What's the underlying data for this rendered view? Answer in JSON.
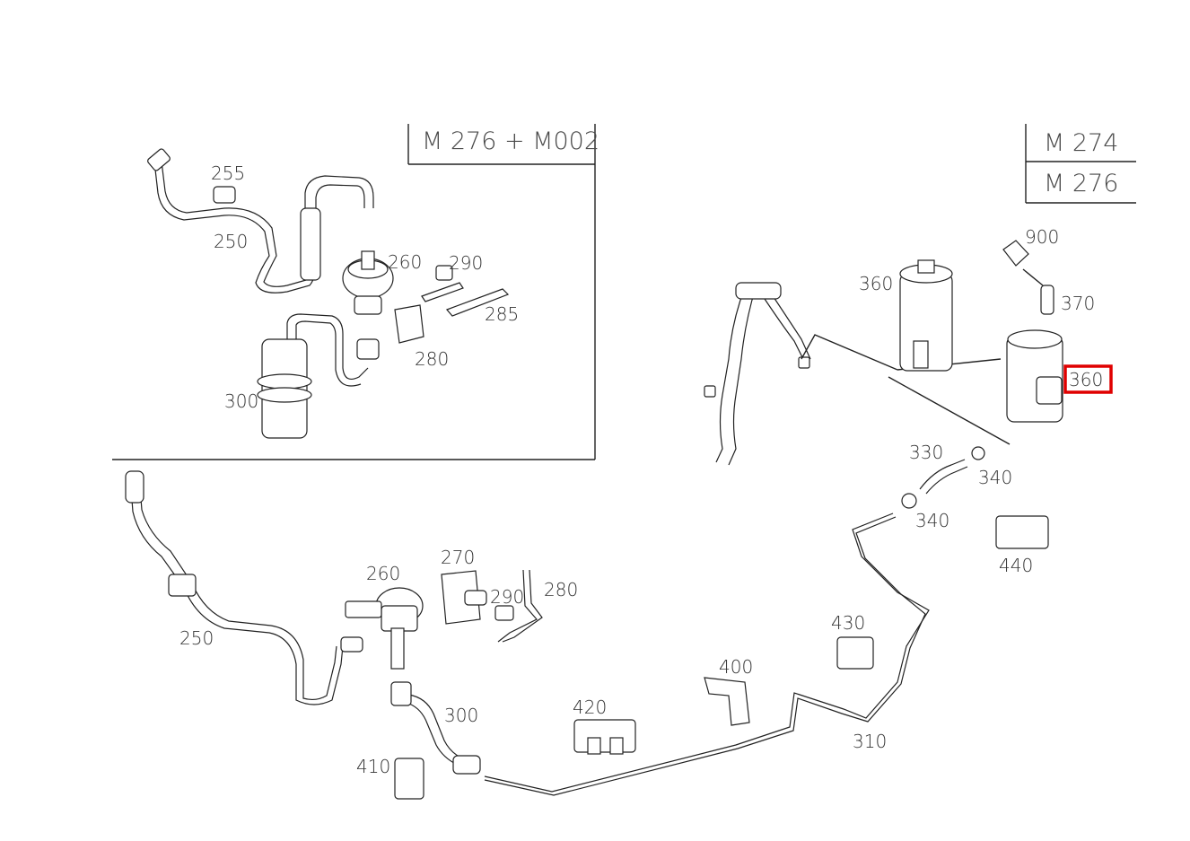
{
  "variant_labels": {
    "inset": "M 276 + M002",
    "top": "M 274",
    "bottom": "M 276"
  },
  "part_labels": {
    "inset_255": "255",
    "inset_250": "250",
    "inset_260": "260",
    "inset_290": "290",
    "inset_285": "285",
    "inset_280": "280",
    "inset_300": "300",
    "p900": "900",
    "p370": "370",
    "p360_left": "360",
    "p360_right": "360",
    "p330": "330",
    "p340_a": "340",
    "p340_b": "340",
    "p440": "440",
    "p270": "270",
    "p260": "260",
    "p290": "290",
    "p280": "280",
    "p250": "250",
    "p430": "430",
    "p400": "400",
    "p420": "420",
    "p300": "300",
    "p310": "310",
    "p410": "410"
  },
  "highlight": {
    "label": "360",
    "color": "#e00000"
  }
}
